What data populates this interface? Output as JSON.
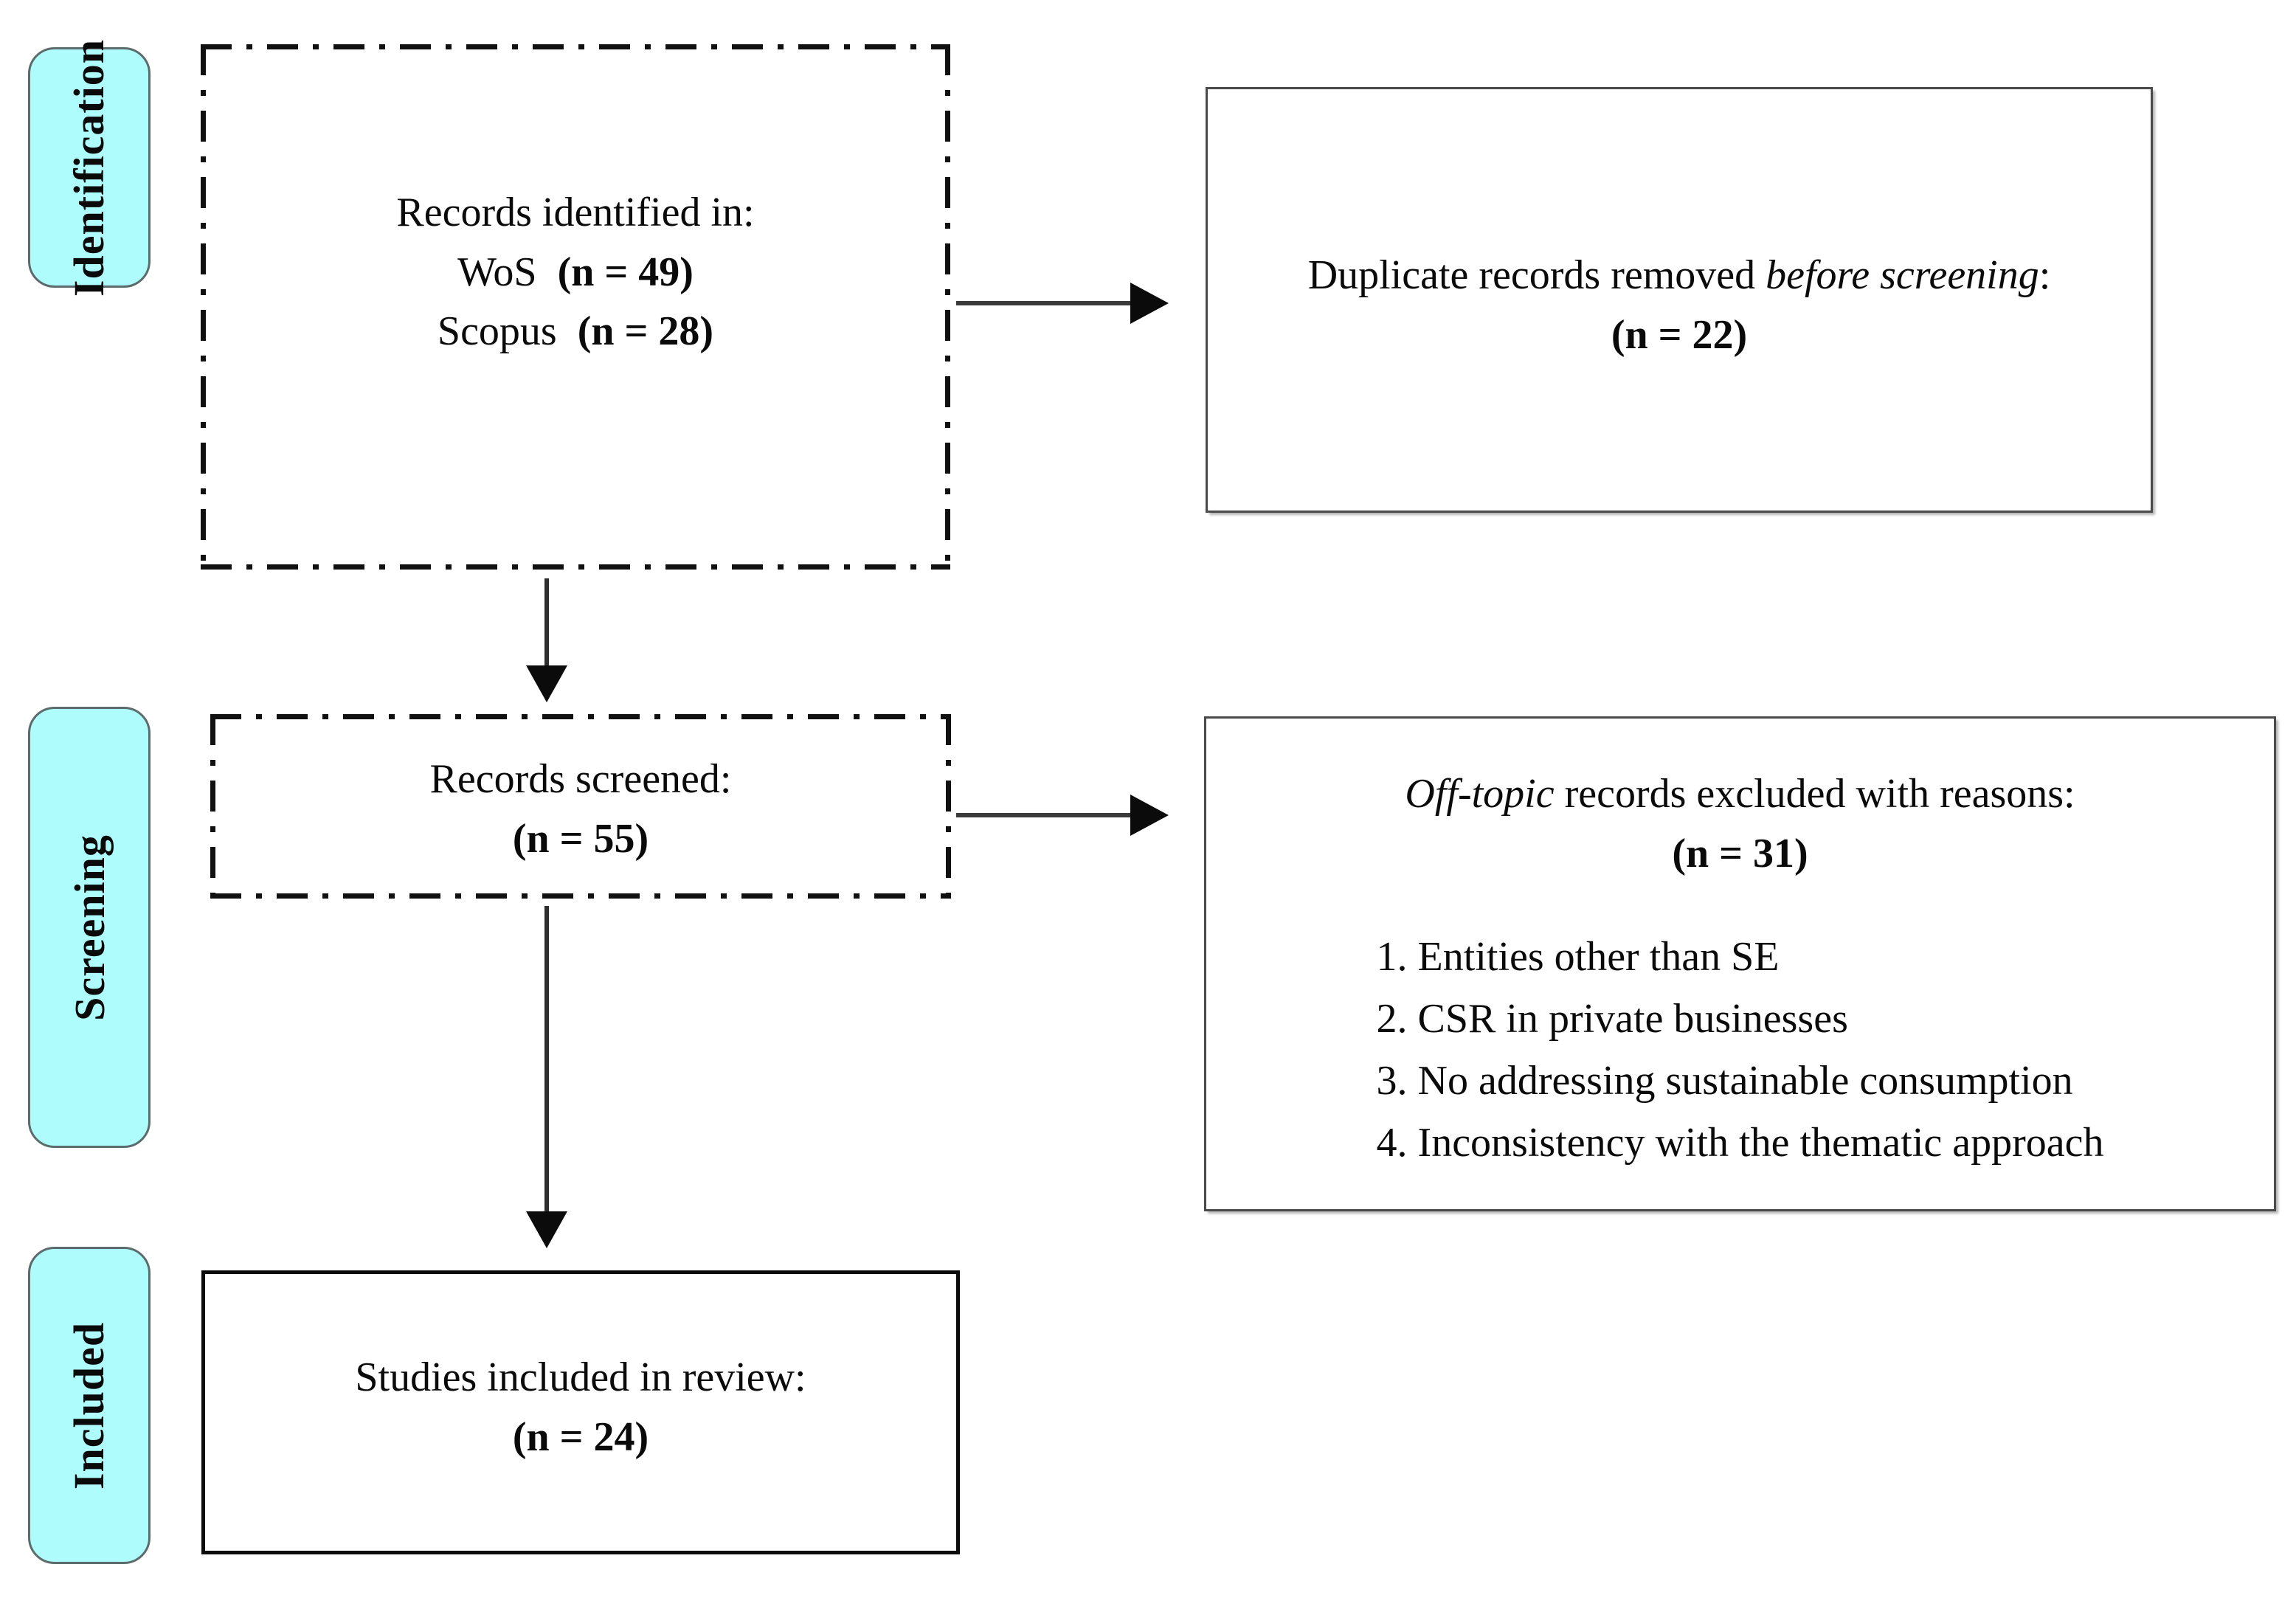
{
  "diagram": {
    "type": "prisma-flow-diagram",
    "accent_color": "#AFFCFC",
    "line_color": "#0b0b0b"
  },
  "stages": [
    {
      "id": "identification",
      "label": "Identification"
    },
    {
      "id": "screening",
      "label": "Screening"
    },
    {
      "id": "included",
      "label": "Included"
    }
  ],
  "boxes": {
    "identified": {
      "title": "Records identified in:",
      "source_1": "WoS",
      "source_1_count": "(n = 49)",
      "source_2": "Scopus",
      "source_2_count": "(n = 28)"
    },
    "duplicates": {
      "title_plain": "Duplicate records removed ",
      "title_italic": "before screening",
      "title_suffix": ":",
      "count": "(n = 22)"
    },
    "screened": {
      "title": "Records screened:",
      "count": "(n = 55)"
    },
    "offtopic": {
      "title_italic": "Off-topic",
      "title_plain": " records excluded with reasons:",
      "count": "(n = 31)",
      "reasons": [
        "1. Entities other than SE",
        "2. CSR in private businesses",
        "3. No addressing sustainable consumption",
        "4. Inconsistency with the thematic approach"
      ]
    },
    "included": {
      "title": "Studies included in review:",
      "count": "(n = 24)"
    }
  },
  "connectors": [
    {
      "id": "identified-to-screened",
      "from": "identified",
      "to": "screened",
      "direction": "down"
    },
    {
      "id": "identified-to-duplicates",
      "from": "identified",
      "to": "duplicates",
      "direction": "right"
    },
    {
      "id": "screened-to-included",
      "from": "screened",
      "to": "included",
      "direction": "down"
    },
    {
      "id": "screened-to-offtopic",
      "from": "screened",
      "to": "offtopic",
      "direction": "right"
    }
  ]
}
